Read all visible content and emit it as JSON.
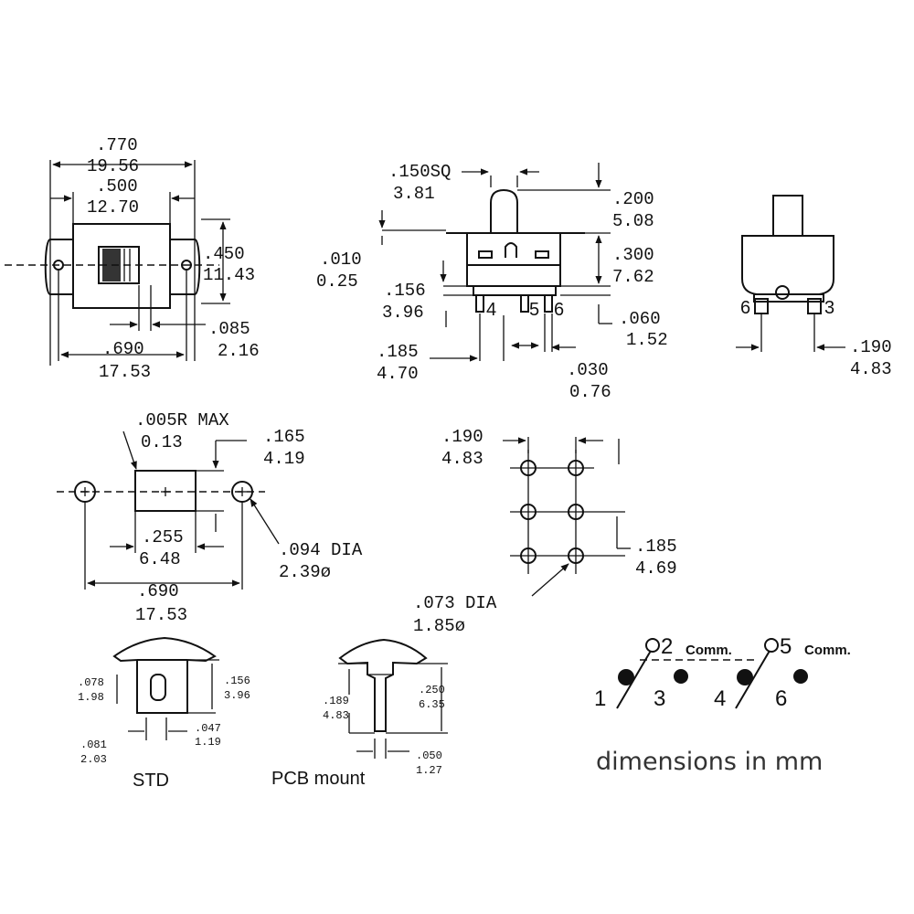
{
  "top_view": {
    "overall_in": ".770",
    "overall_mm": "19.56",
    "body_in": ".500",
    "body_mm": "12.70",
    "height_in": ".450",
    "height_mm": "11.43",
    "offset_in": ".085",
    "offset_mm": "2.16",
    "mount_in": ".690",
    "mount_mm": "17.53"
  },
  "side_view": {
    "actuator_in": ".150SQ",
    "actuator_mm": "3.81",
    "act_height_in": ".200",
    "act_height_mm": "5.08",
    "flange_in": ".010",
    "flange_mm": "0.25",
    "body_height_in": ".300",
    "body_height_mm": "7.62",
    "tab_in": ".156",
    "tab_mm": "3.96",
    "standoff_in": ".060",
    "standoff_mm": "1.52",
    "pin_len_in": ".185",
    "pin_len_mm": "4.70",
    "pin_width_in": ".030",
    "pin_width_mm": "0.76",
    "pins": [
      "4",
      "5",
      "6"
    ]
  },
  "end_view": {
    "pin_left": "6",
    "pin_right": "3",
    "spacing_in": ".190",
    "spacing_mm": "4.83"
  },
  "panel_cutout": {
    "radius_in": ".005R MAX",
    "radius_mm": "0.13",
    "height_in": ".165",
    "height_mm": "4.19",
    "width_in": ".255",
    "width_mm": "6.48",
    "hole_in": ".094 DIA",
    "hole_mm": "2.39ø",
    "span_in": ".690",
    "span_mm": "17.53"
  },
  "pcb_layout": {
    "col_in": ".190",
    "col_mm": "4.83",
    "row_in": ".185",
    "row_mm": "4.69",
    "hole_in": ".073 DIA",
    "hole_mm": "1.85ø"
  },
  "std_actuator": {
    "label": "STD",
    "w_in": ".078",
    "w_mm": "1.98",
    "h_in": ".156",
    "h_mm": "3.96",
    "slot_in": ".047",
    "slot_mm": "1.19",
    "base_in": ".081",
    "base_mm": "2.03"
  },
  "pcb_actuator": {
    "label": "PCB mount",
    "h_in": ".189",
    "h_mm": "4.83",
    "total_in": ".250",
    "total_mm": "6.35",
    "stem_in": ".050",
    "stem_mm": "1.27"
  },
  "schematic": {
    "common_a": "2",
    "common_b": "5",
    "comm_label": "Comm.",
    "terminals": [
      "1",
      "3",
      "4",
      "6"
    ]
  },
  "note": "dimensions in mm"
}
